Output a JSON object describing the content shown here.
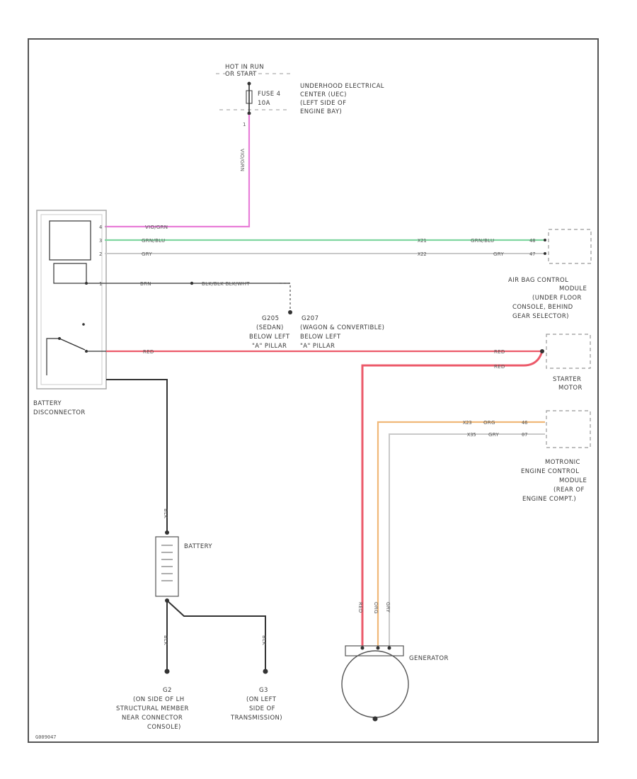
{
  "fuse": {
    "hot_label_1": "HOT IN RUN",
    "hot_label_2": "OR START",
    "name": "FUSE 4",
    "rating": "10A"
  },
  "uec": {
    "line1": "UNDERHOOD ELECTRICAL",
    "line2": "CENTER (UEC)",
    "line3": "(LEFT SIDE OF",
    "line4": "ENGINE BAY)"
  },
  "battery_disconnector": {
    "line1": "BATTERY",
    "line2": "DISCONNECTOR"
  },
  "airbag_module": {
    "line1": "AIR BAG CONTROL",
    "line2": "MODULE",
    "line3": "(UNDER FLOOR",
    "line4": "CONSOLE, BEHIND",
    "line5": "GEAR SELECTOR)"
  },
  "starter": {
    "line1": "STARTER",
    "line2": "MOTOR"
  },
  "ecm": {
    "line1": "MOTRONIC",
    "line2": "ENGINE CONTROL",
    "line3": "MODULE",
    "line4": "(REAR OF",
    "line5": "ENGINE COMPT.)"
  },
  "ground_left": {
    "name": "G205",
    "line1": "(SEDAN)",
    "line2": "BELOW LEFT",
    "line3": "\"A\" PILLAR"
  },
  "ground_right": {
    "name": "G207",
    "line1": "(WAGON & CONVERTIBLE)",
    "line2": "BELOW LEFT",
    "line3": "\"A\" PILLAR"
  },
  "battery": {
    "label": "BATTERY"
  },
  "ground_g2": {
    "name": "G2",
    "line1": "(ON SIDE OF LH",
    "line2": "STRUCTURAL MEMBER",
    "line3": "NEAR CONNECTOR",
    "line4": "CONSOLE)"
  },
  "ground_g3": {
    "name": "G3",
    "line1": "(ON LEFT",
    "line2": "SIDE OF",
    "line3": "TRANSMISSION)"
  },
  "generator": {
    "label": "GENERATOR"
  },
  "wires": {
    "vio_grn": "VIO/GRN",
    "grn_blu": "GRN/BLU",
    "gry": "GRY",
    "brn": "BRN",
    "red": "RED",
    "blk": "BLK",
    "org": "ORG",
    "blk_blk_wht": "BLK/BLK BLK/WHT"
  },
  "pins": {
    "p4": "4",
    "p3": "3",
    "p2": "2",
    "p1": "1",
    "x21": "X21",
    "x22": "X22",
    "x23": "X23",
    "x35": "X35",
    "x47": "47",
    "x48": "48",
    "x46": "46",
    "x07": "07"
  },
  "footer": {
    "code": "G009047"
  },
  "colors": {
    "pink": "#e87ed8",
    "green": "#7fd6a0",
    "gray": "#c9c9c9",
    "red": "#ec5a6a",
    "orange": "#f0b878",
    "black": "#333333",
    "frame": "#555555"
  }
}
